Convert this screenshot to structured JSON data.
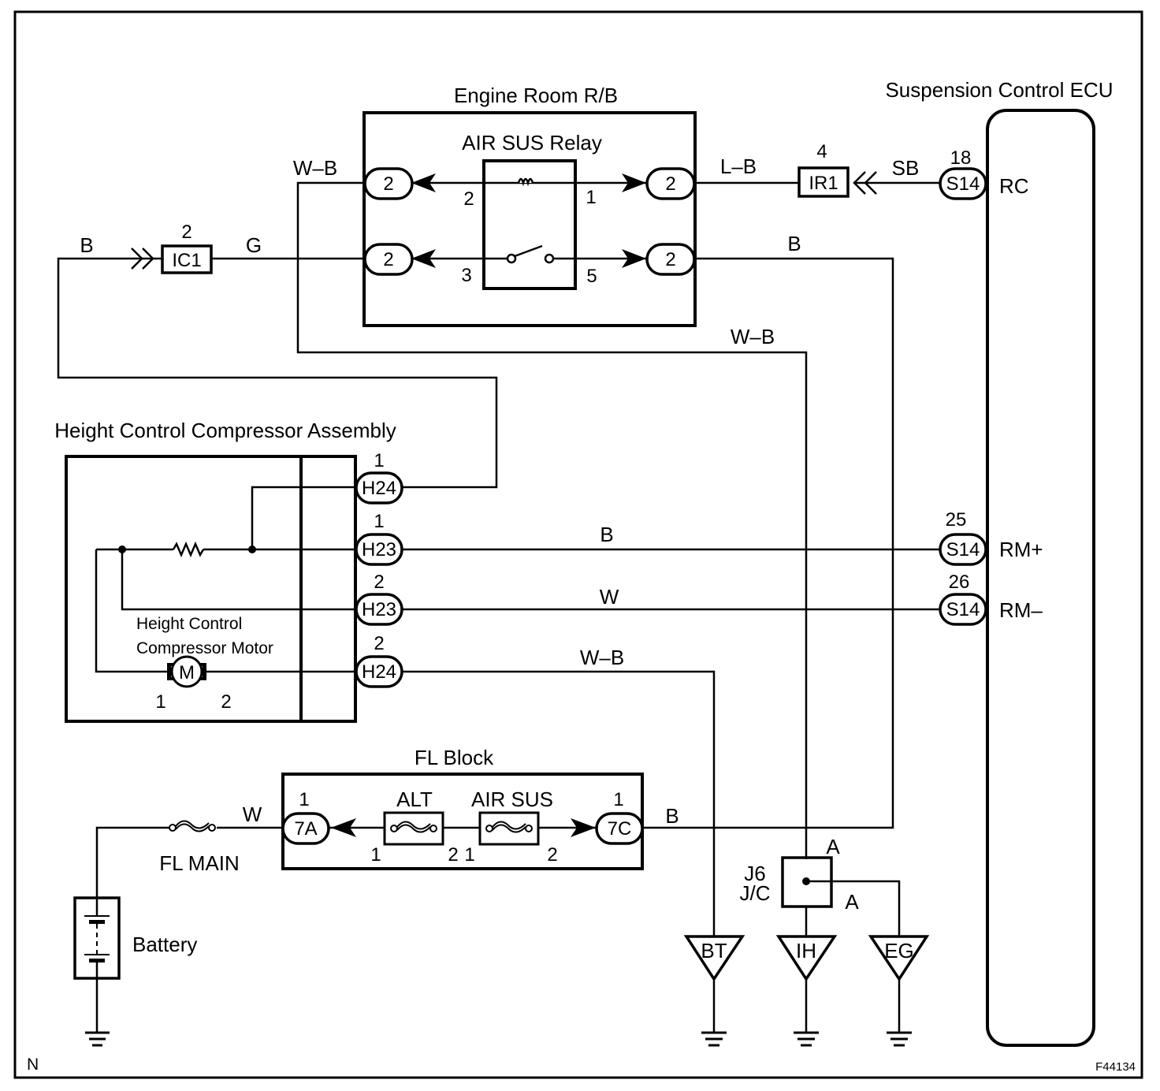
{
  "diagram": {
    "code_left": "N",
    "figure_id": "F44134",
    "components": {
      "engine_room_rb": {
        "title": "Engine Room R/B"
      },
      "relay": {
        "title": "AIR SUS Relay",
        "pins": [
          "2",
          "1",
          "3",
          "5"
        ]
      },
      "ecu": {
        "title": "Suspension Control ECU",
        "terminals": [
          "RC",
          "RM+",
          "RM–"
        ]
      },
      "compressor": {
        "title": "Height Control Compressor Assembly",
        "motor_line1": "Height Control",
        "motor_line2": "Compressor Motor",
        "motor_symbol": "M",
        "motor_pin1": "1",
        "motor_pin2": "2"
      },
      "fl_block": {
        "title": "FL Block",
        "fuse_alt": "ALT",
        "fuse_air_sus": "AIR SUS",
        "alt_pin1": "1",
        "alt_pin2": "2",
        "airsus_pin1": "1",
        "airsus_pin2": "2"
      },
      "fl_main": "FL MAIN",
      "battery": "Battery",
      "junction": {
        "line1": "J6",
        "line2": "J/C",
        "top": "A",
        "bottom": "A"
      }
    },
    "connectors": {
      "rb_tl": {
        "id": "2"
      },
      "rb_tr": {
        "id": "2"
      },
      "rb_bl": {
        "id": "2"
      },
      "rb_br": {
        "id": "2"
      },
      "ir1": {
        "id": "IR1",
        "pin": "4"
      },
      "ic1": {
        "id": "IC1",
        "pin": "2"
      },
      "s14_rc": {
        "id": "S14",
        "pin": "18"
      },
      "s14_rmp": {
        "id": "S14",
        "pin": "25"
      },
      "s14_rmm": {
        "id": "S14",
        "pin": "26"
      },
      "h24_1": {
        "id": "H24",
        "pin": "1"
      },
      "h23_1": {
        "id": "H23",
        "pin": "1"
      },
      "h23_2": {
        "id": "H23",
        "pin": "2"
      },
      "h24_2": {
        "id": "H24",
        "pin": "2"
      },
      "c7a": {
        "id": "7A",
        "pin": "1"
      },
      "c7c": {
        "id": "7C",
        "pin": "1"
      }
    },
    "wires": {
      "wb_top": "W–B",
      "lb": "L–B",
      "sb": "SB",
      "b_left": "B",
      "g": "G",
      "b_right": "B",
      "wb_mid": "W–B",
      "b_rmp": "B",
      "w_rmm": "W",
      "wb_h24": "W–B",
      "w_fl": "W",
      "b_fl": "B"
    },
    "grounds": [
      "BT",
      "IH",
      "EG"
    ]
  }
}
